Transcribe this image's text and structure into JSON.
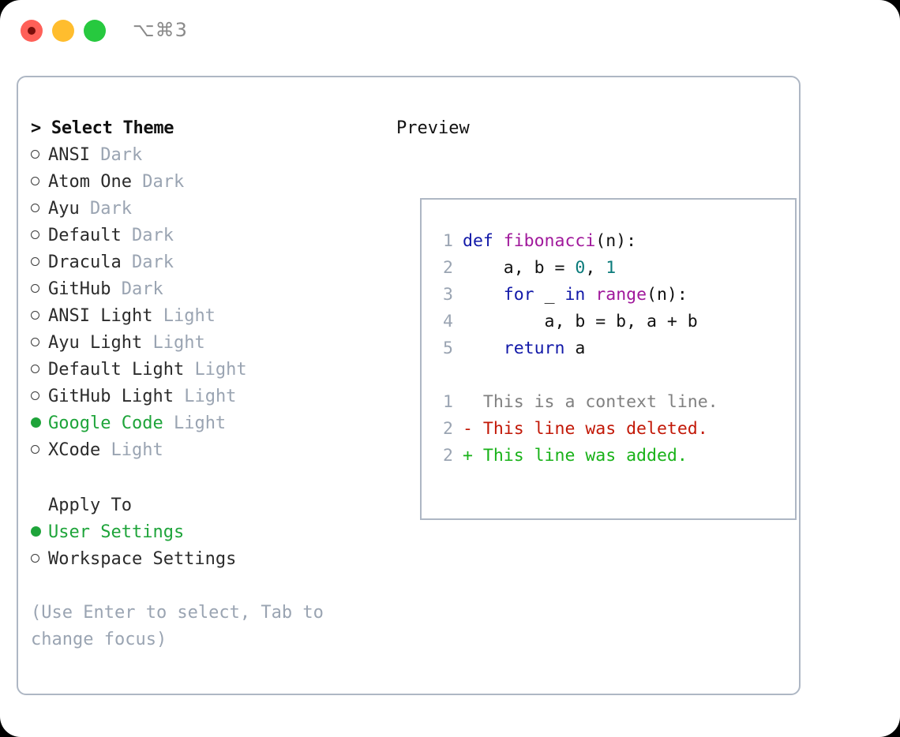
{
  "titlebar": {
    "dots": [
      {
        "name": "close-button",
        "color": "#ff6058"
      },
      {
        "name": "minimize-button",
        "color": "#ffbd2e"
      },
      {
        "name": "maximize-button",
        "color": "#27c93f"
      }
    ],
    "shortcut": "⌥⌘3"
  },
  "theme_picker": {
    "heading": "> Select Theme",
    "items": [
      {
        "name": "ANSI",
        "tag": "Dark",
        "selected": false
      },
      {
        "name": "Atom One",
        "tag": "Dark",
        "selected": false
      },
      {
        "name": "Ayu",
        "tag": "Dark",
        "selected": false
      },
      {
        "name": "Default",
        "tag": "Dark",
        "selected": false
      },
      {
        "name": "Dracula",
        "tag": "Dark",
        "selected": false
      },
      {
        "name": "GitHub",
        "tag": "Dark",
        "selected": false
      },
      {
        "name": "ANSI Light",
        "tag": "Light",
        "selected": false
      },
      {
        "name": "Ayu Light",
        "tag": "Light",
        "selected": false
      },
      {
        "name": "Default Light",
        "tag": "Light",
        "selected": false
      },
      {
        "name": "GitHub Light",
        "tag": "Light",
        "selected": false
      },
      {
        "name": "Google Code",
        "tag": "Light",
        "selected": true
      },
      {
        "name": "XCode",
        "tag": "Light",
        "selected": false
      }
    ]
  },
  "apply_to": {
    "heading": "Apply To",
    "options": [
      {
        "label": "User Settings",
        "selected": true
      },
      {
        "label": "Workspace Settings",
        "selected": false
      }
    ]
  },
  "hint": "(Use Enter to select, Tab to change focus)",
  "preview": {
    "title": "Preview",
    "code_lines": [
      {
        "ln": "1",
        "tokens": [
          {
            "t": "def ",
            "c": "kw"
          },
          {
            "t": "fibonacci",
            "c": "fn"
          },
          {
            "t": "(n):",
            "c": "pl"
          }
        ]
      },
      {
        "ln": "2",
        "tokens": [
          {
            "t": "    a, b = ",
            "c": "pl"
          },
          {
            "t": "0",
            "c": "num"
          },
          {
            "t": ", ",
            "c": "pl"
          },
          {
            "t": "1",
            "c": "num"
          }
        ]
      },
      {
        "ln": "3",
        "tokens": [
          {
            "t": "    ",
            "c": "pl"
          },
          {
            "t": "for",
            "c": "kw"
          },
          {
            "t": " _ ",
            "c": "pl"
          },
          {
            "t": "in",
            "c": "kw"
          },
          {
            "t": " ",
            "c": "pl"
          },
          {
            "t": "range",
            "c": "fn"
          },
          {
            "t": "(n):",
            "c": "pl"
          }
        ]
      },
      {
        "ln": "4",
        "tokens": [
          {
            "t": "        a, b = b, a + b",
            "c": "pl"
          }
        ]
      },
      {
        "ln": "5",
        "tokens": [
          {
            "t": "    ",
            "c": "pl"
          },
          {
            "t": "return",
            "c": "kw"
          },
          {
            "t": " a",
            "c": "pl"
          }
        ]
      }
    ],
    "diff_lines": [
      {
        "ln": "1",
        "tokens": [
          {
            "t": "  This is a context line.",
            "c": "ctx"
          }
        ]
      },
      {
        "ln": "2",
        "tokens": [
          {
            "t": "- This line was deleted.",
            "c": "del"
          }
        ]
      },
      {
        "ln": "2",
        "tokens": [
          {
            "t": "+ This line was added.",
            "c": "add"
          }
        ]
      }
    ]
  },
  "colors": {
    "accent_green": "#1ea43a",
    "muted": "#9aa4b2",
    "border": "#aeb7c4",
    "keyword": "#1118a8",
    "function": "#a0189b",
    "number": "#0b7b7b",
    "diff_deleted": "#c21807",
    "diff_added": "#19b219",
    "diff_context": "#808080"
  }
}
